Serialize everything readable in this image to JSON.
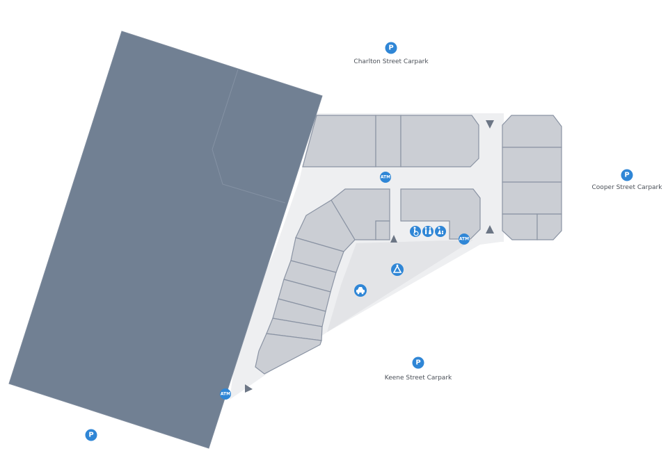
{
  "carparks": [
    {
      "id": "charlton",
      "label": "Charlton Street Carpark",
      "glyph": "P"
    },
    {
      "id": "cooper",
      "label": "Cooper Street Carpark",
      "glyph": "P"
    },
    {
      "id": "keene",
      "label": "Keene Street Carpark",
      "glyph": "P"
    },
    {
      "id": "southwest",
      "label": "",
      "glyph": "P"
    }
  ],
  "atm_label": "ATM",
  "amenity_icons": [
    "accessible-icon",
    "toilets-icon",
    "parents-room-icon"
  ],
  "plaza_icons": [
    "playground-icon",
    "car-icon"
  ],
  "colors": {
    "accent_blue": "#2f86d6",
    "anchor_store": "#718093",
    "shop": "#cbced4",
    "walkway": "#eeeff1",
    "entrance_arrow": "#6c7685"
  }
}
